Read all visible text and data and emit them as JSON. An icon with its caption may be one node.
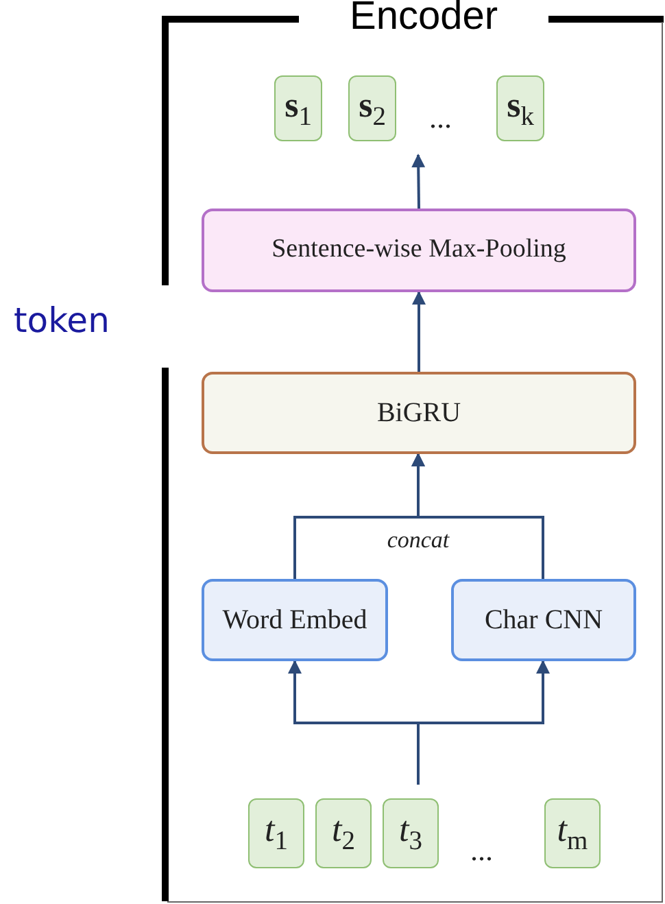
{
  "diagram": {
    "nodes": [
      {
        "text": [
          "Encoder"
        ]
      },
      {
        "text": [
          "**s**$_{1}$"
        ],
        "in": 0
      },
      {
        "text": [
          "**s**$_{2}$"
        ],
        "in": 0
      },
      {
        "text": [
          "**s**$_{k}$"
        ],
        "in": 0
      },
      {
        "text": [
          "Sentence-wise Max-Pooling"
        ],
        "in": 0
      },
      {
        "text": [
          "BiGRU"
        ],
        "in": 0
      },
      {
        "text": [
          "Word Embed"
        ],
        "in": 0
      },
      {
        "text": [
          "Char CNN"
        ],
        "in": 0
      },
      {
        "text": [
          "*t*$_{1}$"
        ],
        "in": 0
      },
      {
        "text": [
          "*t*$_{2}$"
        ],
        "in": 0
      },
      {
        "text": [
          "*t*$_{3}$"
        ],
        "in": 0
      },
      {
        "text": [
          "*t*$_{m}$"
        ],
        "in": 0
      }
    ],
    "edges": [
      {
        "from": 4,
        "to": 2,
        "arrow": "to"
      },
      {
        "from": 5,
        "to": 4,
        "arrow": "to"
      },
      {
        "from": 6,
        "to": 5,
        "arrow": "to",
        "label": "concat"
      },
      {
        "from": 7,
        "to": 5,
        "arrow": "to"
      },
      {
        "from": 10,
        "to": 6,
        "arrow": "to"
      },
      {
        "from": 10,
        "to": 7,
        "arrow": "to"
      }
    ],
    "labels": [
      "...",
      "...",
      "token"
    ]
  }
}
